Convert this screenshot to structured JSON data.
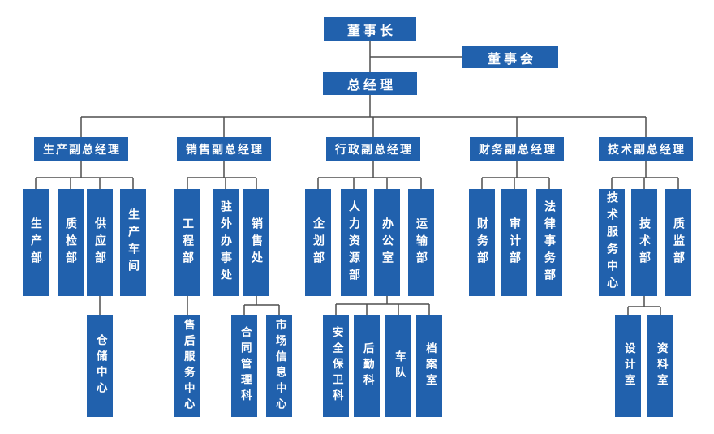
{
  "colors": {
    "box_fill": "#2161ad",
    "box_text": "#ffffff",
    "connector": "#4e4e4e",
    "background": "#ffffff"
  },
  "org": {
    "chairman": {
      "label": "董事长"
    },
    "board": {
      "label": "董事会"
    },
    "general_manager": {
      "label": "总经理"
    },
    "branches": [
      {
        "label": "生产副总经理",
        "departments": [
          {
            "label": "生产部",
            "children": []
          },
          {
            "label": "质检部",
            "children": []
          },
          {
            "label": "供应部",
            "children": [
              {
                "label": "仓储中心"
              }
            ]
          },
          {
            "label": "生产车间",
            "children": []
          }
        ]
      },
      {
        "label": "销售副总经理",
        "departments": [
          {
            "label": "工程部",
            "children": [
              {
                "label": "售后服务中心"
              }
            ]
          },
          {
            "label": "驻外办事处",
            "children": []
          },
          {
            "label": "销售处",
            "children": [
              {
                "label": "合同管理科"
              },
              {
                "label": "市场信息中心"
              }
            ]
          }
        ]
      },
      {
        "label": "行政副总经理",
        "departments": [
          {
            "label": "企划部",
            "children": []
          },
          {
            "label": "人力资源部",
            "children": []
          },
          {
            "label": "办公室",
            "children": [
              {
                "label": "安全保卫科"
              },
              {
                "label": "后勤科"
              },
              {
                "label": "车队"
              },
              {
                "label": "档案室"
              }
            ]
          },
          {
            "label": "运输部",
            "children": []
          }
        ]
      },
      {
        "label": "财务副总经理",
        "departments": [
          {
            "label": "财务部",
            "children": []
          },
          {
            "label": "审计部",
            "children": []
          },
          {
            "label": "法律事务部",
            "children": []
          }
        ]
      },
      {
        "label": "技术副总经理",
        "departments": [
          {
            "label": "技术服务中心",
            "children": []
          },
          {
            "label": "技术部",
            "children": [
              {
                "label": "设计室"
              },
              {
                "label": "资料室"
              }
            ]
          },
          {
            "label": "质监部",
            "children": []
          }
        ]
      }
    ]
  }
}
